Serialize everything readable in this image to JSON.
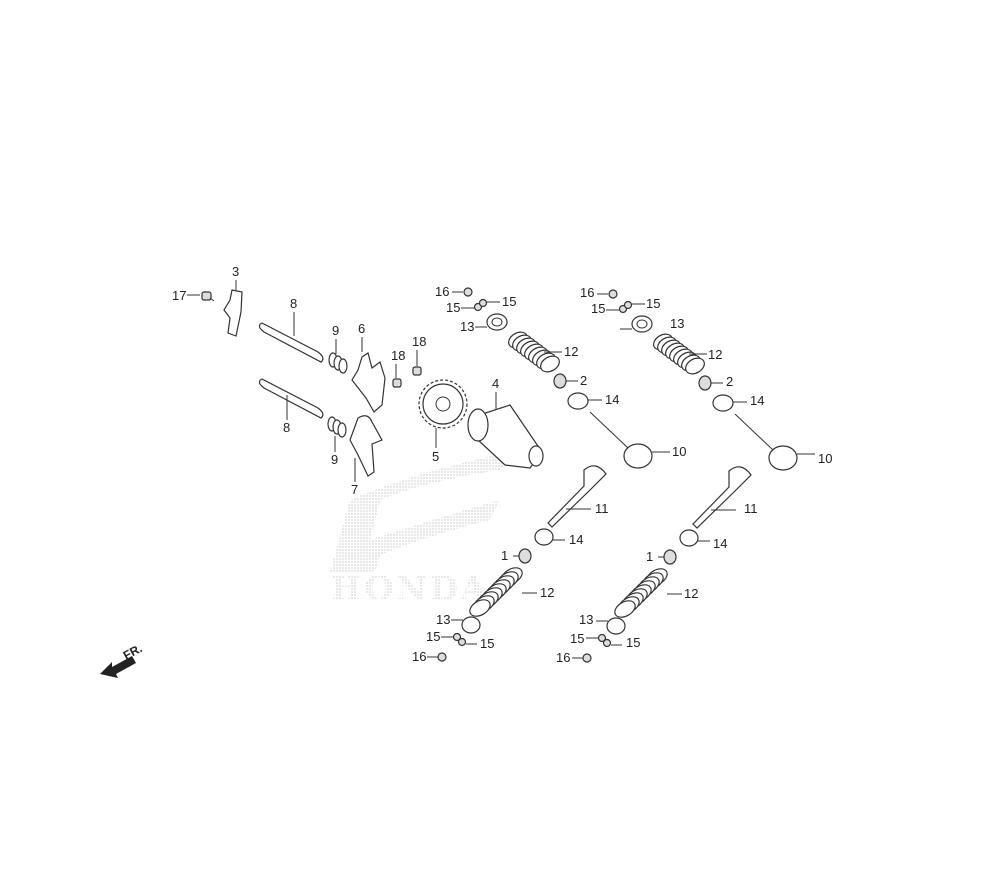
{
  "diagram": {
    "watermark": "HONDA",
    "front_indicator": "FR.",
    "callouts": [
      "17",
      "3",
      "8",
      "9",
      "6",
      "18",
      "18",
      "4",
      "5",
      "8",
      "9",
      "7",
      "16",
      "15",
      "15",
      "13",
      "12",
      "2",
      "14",
      "10",
      "16",
      "15",
      "15",
      "13",
      "12",
      "2",
      "14",
      "10",
      "11",
      "14",
      "1",
      "12",
      "13",
      "15",
      "15",
      "16",
      "11",
      "14",
      "1",
      "12",
      "13",
      "15",
      "15",
      "16"
    ],
    "colors": {
      "line": "#333333",
      "watermark": "#bbbbbb"
    }
  }
}
